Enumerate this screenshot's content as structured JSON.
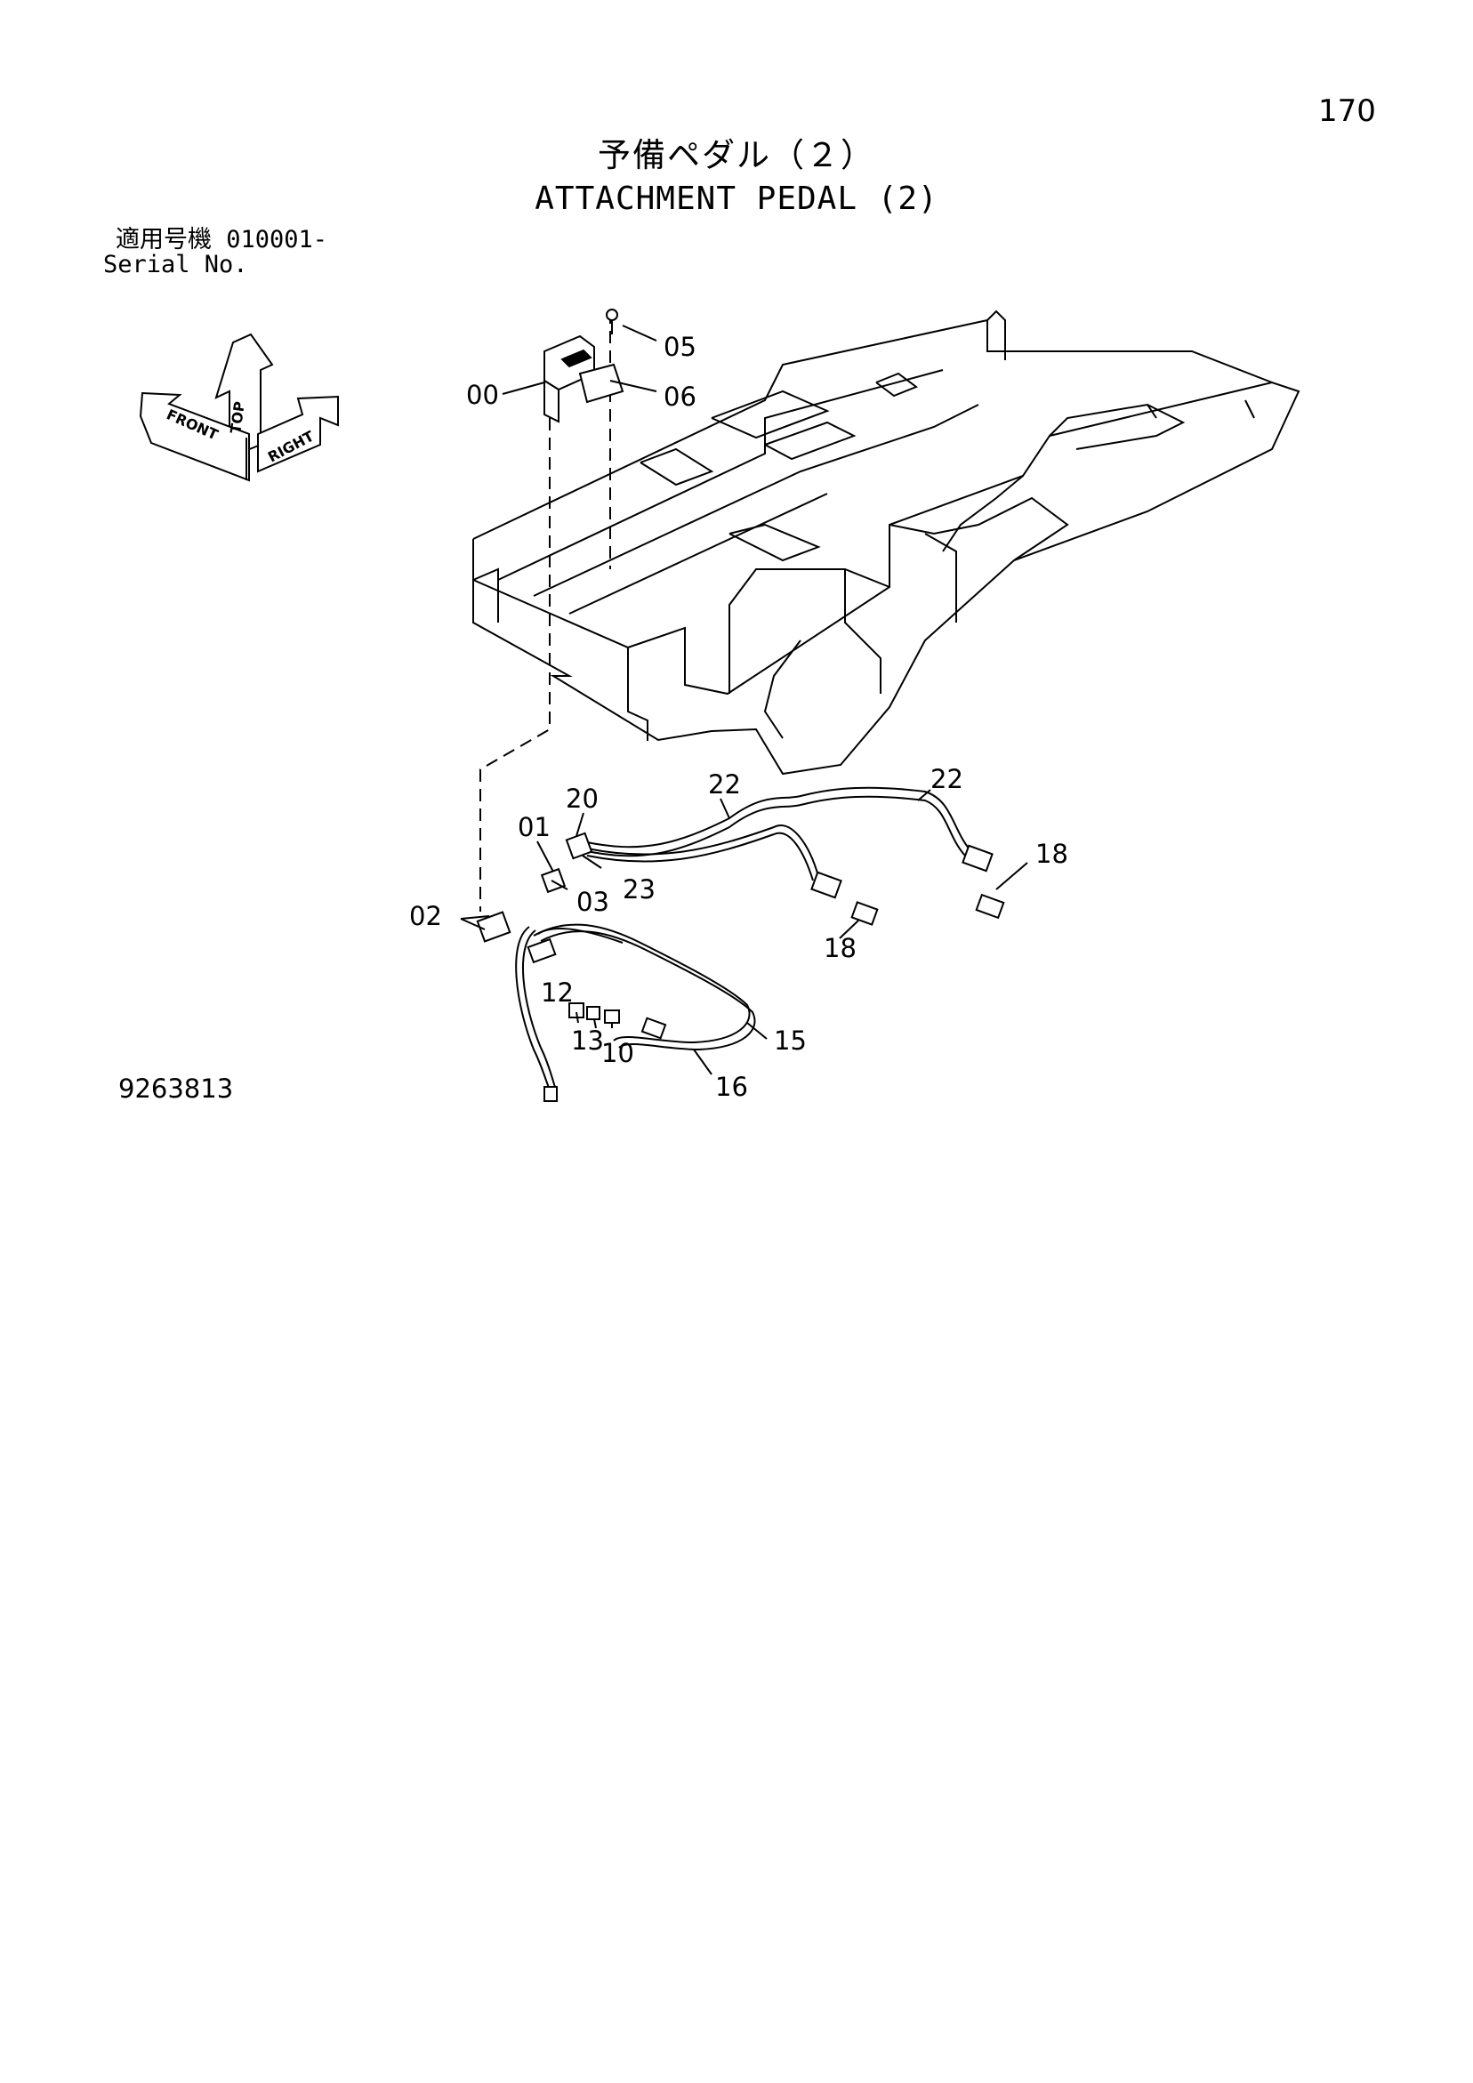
{
  "page_number": "170",
  "title_ja": "予備ペダル（２）",
  "title_en": "ATTACHMENT PEDAL (2)",
  "serial": {
    "label_ja": "適用号機",
    "range": "010001-",
    "label_en": "Serial No."
  },
  "drawing_number": "9263813",
  "orientation": {
    "top": "TOP",
    "front": "FRONT",
    "right": "RIGHT"
  },
  "callouts": [
    "00",
    "05",
    "06",
    "20",
    "22",
    "22",
    "01",
    "23",
    "03",
    "18",
    "18",
    "02",
    "12",
    "13",
    "10",
    "15",
    "16"
  ]
}
